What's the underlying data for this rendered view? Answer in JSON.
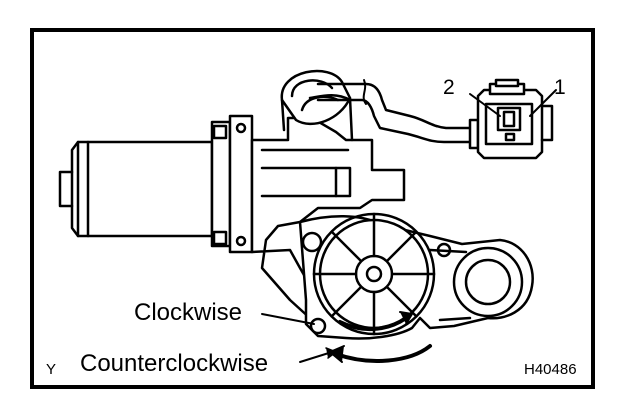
{
  "labels": {
    "pin_2": "2",
    "pin_1": "1",
    "clockwise": "Clockwise",
    "counterclockwise": "Counterclockwise",
    "corner_mark": "Y",
    "figure_code": "H40486"
  },
  "colors": {
    "stroke": "#000000",
    "background": "#ffffff"
  }
}
